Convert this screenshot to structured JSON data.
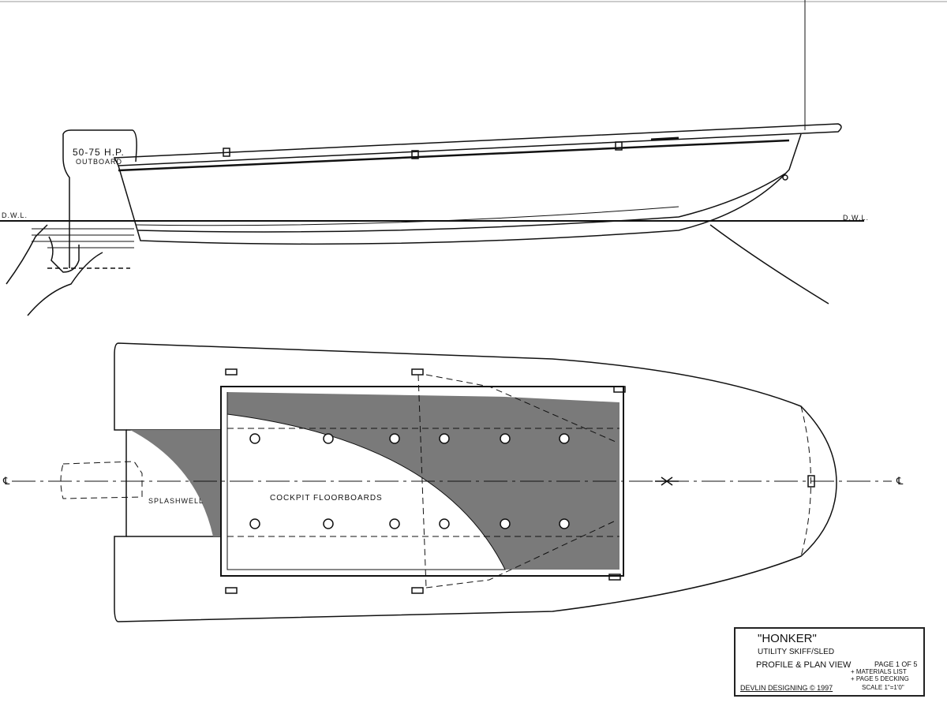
{
  "profile": {
    "outboard_label": "50-75 H.P.",
    "outboard_sub": "Outboard",
    "dwl_left": "D.W.L.",
    "dwl_right": "D.W.L."
  },
  "plan": {
    "splashwell_label": "Splashwell",
    "floorboards_label": "Cockpit Floorboards",
    "centerline_left": "℄",
    "centerline_right": "℄"
  },
  "title_block": {
    "name": "\"Honker\"",
    "type": "Utility Skiff/Sled",
    "view": "Profile & Plan View",
    "page": "Page 1 of 5",
    "note1": "+ Materials List",
    "note2": "+ Page 5 Decking",
    "designer": "Devlin Designing © 1997",
    "scale": "Scale 1\"=1'0\""
  },
  "colors": {
    "ink": "#111111",
    "shade": "#7a7a7a"
  }
}
